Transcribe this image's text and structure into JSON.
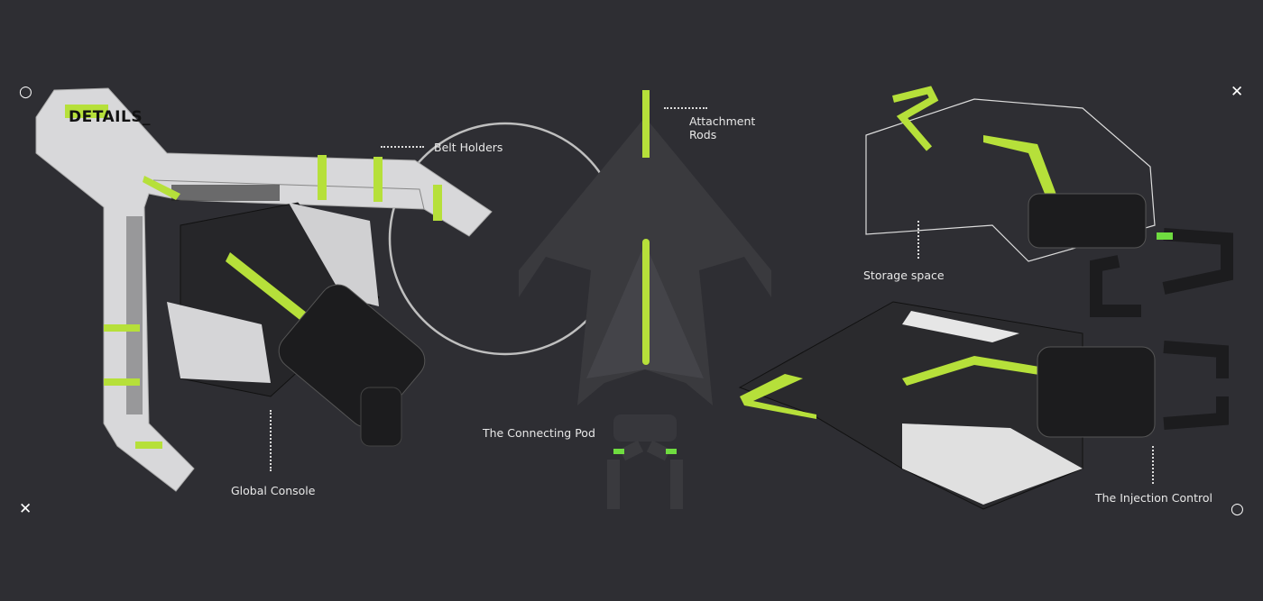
{
  "title": "DETAILS_",
  "labels": {
    "belt_holders": "Belt Holders",
    "attachment_rods": "Attachment Rods",
    "storage_space": "Storage space",
    "connecting_pod": "The Connecting Pod",
    "global_console": "Global Console",
    "injection_control": "The Injection Control"
  },
  "colors": {
    "background": "#2e2e33",
    "accent": "#b6e03a",
    "body_light": "#d8d8da",
    "body_dark": "#3a3a3e"
  },
  "corners": {
    "top_left": "○",
    "top_right": "✕",
    "bottom_left": "✕",
    "bottom_right": "○"
  }
}
